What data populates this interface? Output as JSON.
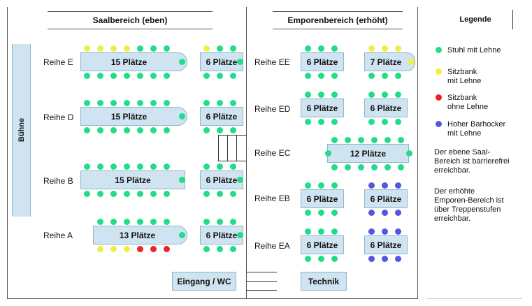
{
  "sections": {
    "saal": "Saalbereich (eben)",
    "empore": "Emporenbereich (erhöht)",
    "legend": "Legende"
  },
  "stage": "Bühne",
  "rows": {
    "e": "Reihe E",
    "d": "Reihe D",
    "b": "Reihe B",
    "a": "Reihe A",
    "ee": "Reihe EE",
    "ed": "Reihe ED",
    "ec": "Reihe EC",
    "eb": "Reihe EB",
    "ea": "Reihe EA"
  },
  "tables": {
    "e_left": "15 Plätze",
    "e_right": "6 Plätze",
    "d_left": "15 Plätze",
    "d_right": "6 Plätze",
    "b_left": "15 Plätze",
    "b_right": "6 Plätze",
    "a_left": "13 Plätze",
    "a_right": "6 Plätze",
    "ee_left": "6 Plätze",
    "ee_right": "7 Plätze",
    "ed_left": "6 Plätze",
    "ed_right": "6 Plätze",
    "ec": "12 Plätze",
    "eb_left": "6 Plätze",
    "eb_right": "6 Plätze",
    "ea_left": "6 Plätze",
    "ea_right": "6 Plätze"
  },
  "entrance": "Eingang / WC",
  "technik": "Technik",
  "legend": {
    "items": [
      {
        "label1": "Stuhl mit Lehne",
        "label2": "",
        "color": "#22dd88"
      },
      {
        "label1": "Sitzbank",
        "label2": "mit Lehne",
        "color": "#eeee44"
      },
      {
        "label1": "Sitzbank",
        "label2": "ohne Lehne",
        "color": "#ee2222"
      },
      {
        "label1": "Hoher Barhocker",
        "label2": "mit Lehne",
        "color": "#5555dd"
      }
    ],
    "note1": [
      "Der ebene Saal-",
      "Bereich ist barrierefrei",
      "erreichbar."
    ],
    "note2": [
      "Der erhöhte",
      "Emporen-Bereich ist",
      "über Treppenstufen",
      "erreichbar."
    ]
  },
  "colors": {
    "table_fill": "#cfe3f1",
    "table_border": "#8fb6cf",
    "stage_fill": "#cfe3f1",
    "green": "#22dd88",
    "yellow": "#eeee44",
    "red": "#ee2222",
    "blue": "#5555dd"
  }
}
